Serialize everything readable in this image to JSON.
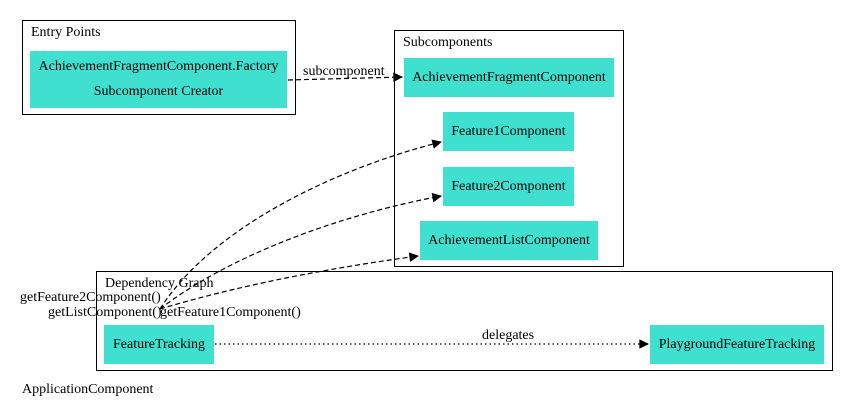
{
  "clusters": {
    "entry_points": "Entry Points",
    "subcomponents": "Subcomponents",
    "dependency_graph": "Dependency Graph"
  },
  "nodes": {
    "factory_line1": "AchievementFragmentComponent.Factory",
    "factory_line2": "Subcomponent Creator",
    "achievement_fragment": "AchievementFragmentComponent",
    "feature1": "Feature1Component",
    "feature2": "Feature2Component",
    "achievement_list": "AchievementListComponent",
    "feature_tracking": "FeatureTracking",
    "playground_feature_tracking": "PlaygroundFeatureTracking"
  },
  "edges": {
    "subcomponent": "subcomponent",
    "delegates": "delegates",
    "get_feature2": "getFeature2Component()",
    "get_list": "getListComponent()",
    "get_feature1": "getFeature1Component()"
  },
  "graph_label": "ApplicationComponent",
  "colors": {
    "node_fill": "#40e0d0",
    "edge": "#000000"
  }
}
